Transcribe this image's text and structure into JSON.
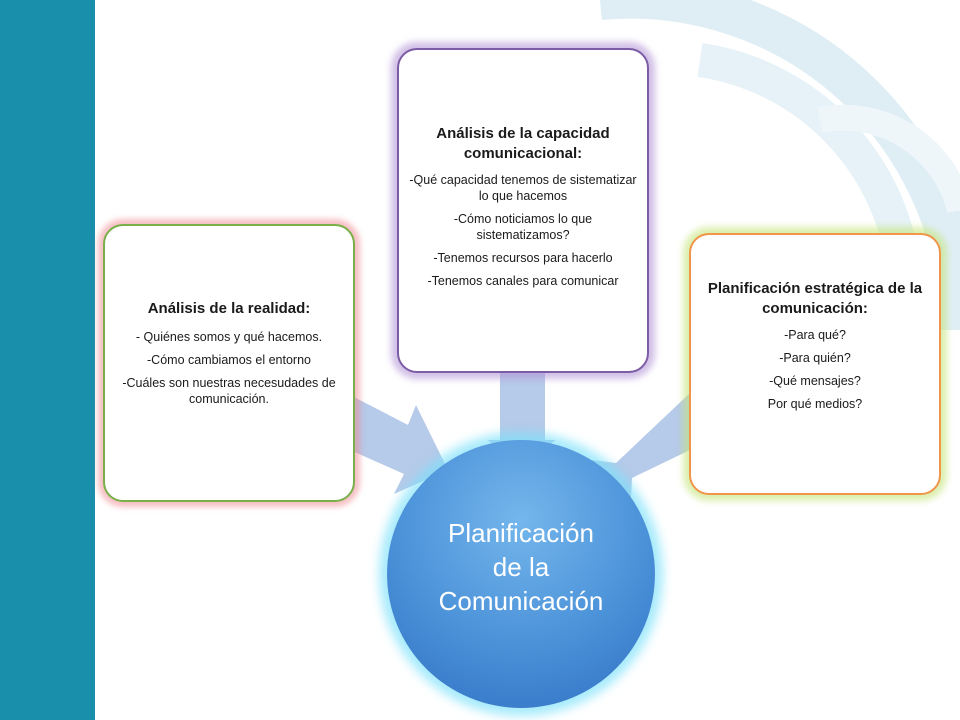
{
  "colors": {
    "side_bar": "#1a8fab",
    "hub": "#4a91d8",
    "arrows": "#a9c1e5",
    "left_border": "#79b04a",
    "top_border": "#7d5ca6",
    "right_border": "#f0954a"
  },
  "hub": {
    "lines": [
      "Planificación",
      "de la",
      "Comunicación"
    ]
  },
  "cards": {
    "left": {
      "title": "Análisis de la realidad:",
      "lines": [
        "- Quiénes somos y qué hacemos.",
        "-Cómo cambiamos el entorno",
        "-Cuáles son nuestras necesudades de comunicación."
      ]
    },
    "top": {
      "title": "Análisis de la capacidad comunicacional:",
      "lines": [
        "-Qué capacidad tenemos de sistematizar lo que hacemos",
        "-Cómo noticiamos lo que sistematizamos?",
        "-Tenemos recursos para hacerlo",
        "-Tenemos canales para comunicar"
      ]
    },
    "right": {
      "title": "Planificación estratégica de la comunicación:",
      "lines": [
        "-Para qué?",
        "-Para quién?",
        "-Qué mensajes?",
        "Por qué medios?"
      ]
    }
  }
}
